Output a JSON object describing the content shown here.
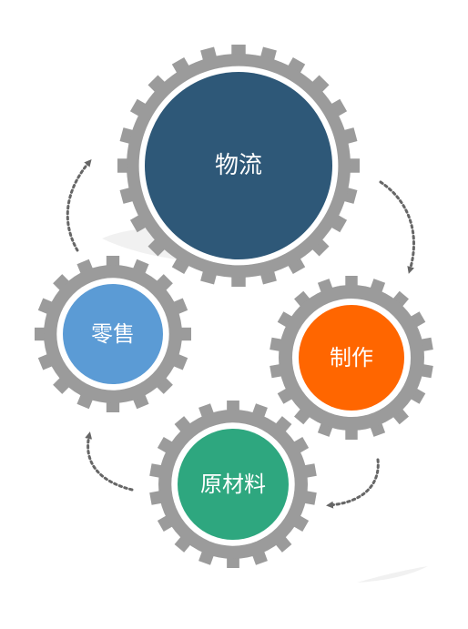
{
  "colors": {
    "gear_ring": "#9b9b9b",
    "gear_gap": "#ffffff",
    "arrow": "#666666",
    "shadow": "#eeeeee"
  },
  "gears": [
    {
      "id": "logistics",
      "label": "物流",
      "color": "#2e5878"
    },
    {
      "id": "manufacturing",
      "label": "制作",
      "color": "#ff6600"
    },
    {
      "id": "raw-materials",
      "label": "原材料",
      "color": "#2ea77f"
    },
    {
      "id": "retail",
      "label": "零售",
      "color": "#5b9bd5"
    }
  ],
  "cycle_order": [
    "logistics",
    "manufacturing",
    "raw-materials",
    "retail"
  ],
  "arrow_icons": [
    "dotted-curved-arrow-icon"
  ]
}
